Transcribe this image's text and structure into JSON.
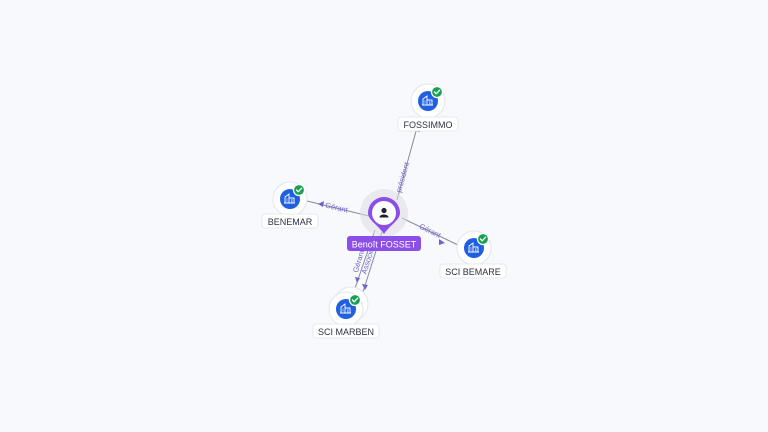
{
  "person": {
    "name": "Benoît FOSSET",
    "icon": "person-icon",
    "color": "#8c4ee8"
  },
  "companies": [
    {
      "id": "fossimmo",
      "label": "FOSSIMMO",
      "icon": "building-icon",
      "verified": true
    },
    {
      "id": "benemar",
      "label": "BENEMAR",
      "icon": "building-icon",
      "verified": true
    },
    {
      "id": "sci-bemare",
      "label": "SCI BEMARE",
      "icon": "building-icon",
      "verified": true
    },
    {
      "id": "sci-marben",
      "label": "SCI MARBEN",
      "icon": "building-icon",
      "verified": true,
      "stacked": true
    }
  ],
  "relations": [
    {
      "to": "fossimmo",
      "label": "président"
    },
    {
      "to": "benemar",
      "label": "Gérant"
    },
    {
      "to": "sci-bemare",
      "label": "Gérant"
    },
    {
      "to": "sci-marben",
      "label": "Gérant"
    },
    {
      "to": "sci-marben",
      "label": "Associé"
    }
  ],
  "colors": {
    "company": "#1f5fe0",
    "verified_badge": "#1aa053",
    "relation_label": "#6f63c9",
    "background": "#f8f9fd"
  }
}
